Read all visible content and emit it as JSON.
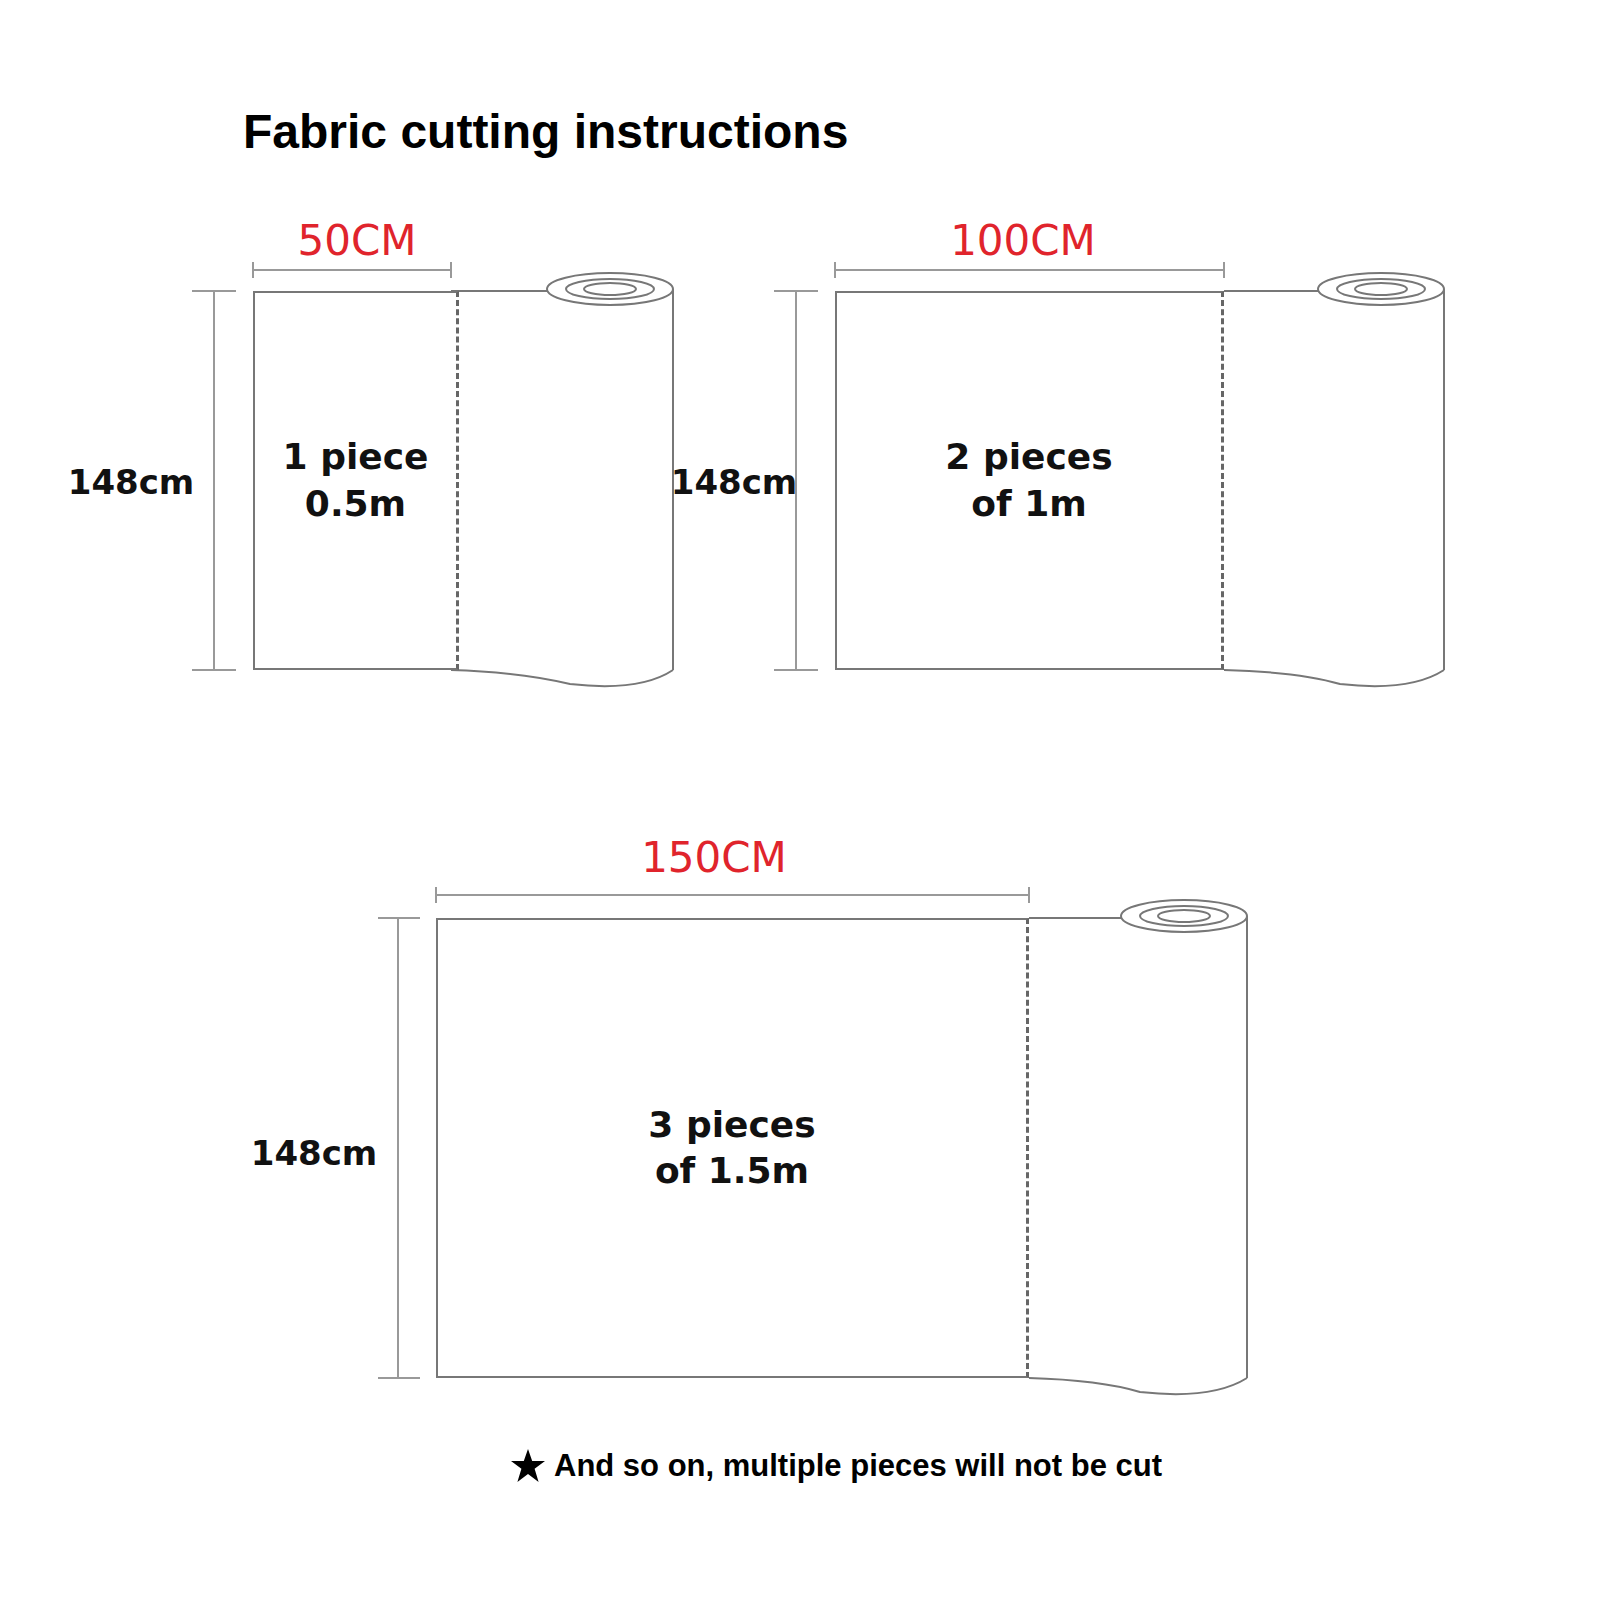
{
  "diagram": {
    "title": "Fabric cutting instructions",
    "nodes": [
      {
        "text": [
          "1 piece 0.5m"
        ]
      },
      {
        "text": [
          "2 pieces of 1m"
        ]
      },
      {
        "text": [
          "3 pieces of 1.5m"
        ]
      }
    ],
    "labels": [
      "50CM",
      "148cm",
      "100CM",
      "148cm",
      "150CM",
      "148cm",
      "And so on, multiple pieces will not be cut"
    ]
  }
}
